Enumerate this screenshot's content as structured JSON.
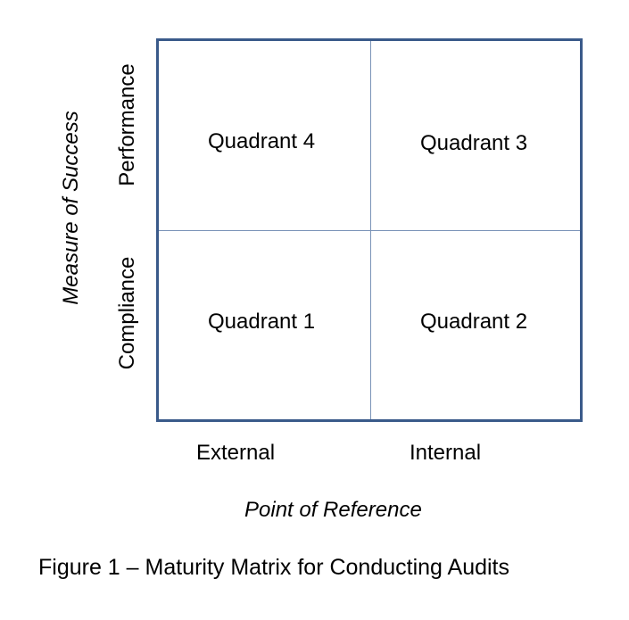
{
  "quadrants": {
    "top_left": "Quadrant 4",
    "top_right": "Quadrant 3",
    "bottom_left": "Quadrant 1",
    "bottom_right": "Quadrant 2"
  },
  "x_axis": {
    "label": "Point of Reference",
    "categories": [
      "External",
      "Internal"
    ]
  },
  "y_axis": {
    "label": "Measure of Success",
    "categories": [
      "Compliance",
      "Performance"
    ]
  },
  "caption": "Figure 1 – Maturity Matrix for Conducting Audits",
  "colors": {
    "border": "#3a5a8a",
    "divider": "#7a93b8"
  }
}
